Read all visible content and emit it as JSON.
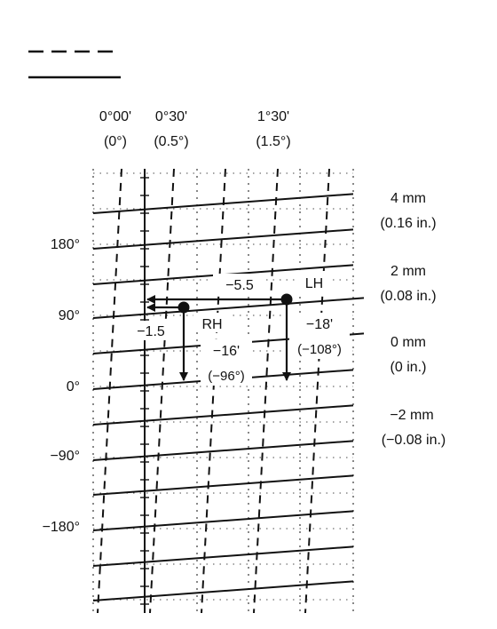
{
  "legend": {
    "dashed_sample": "",
    "solid_sample": ""
  },
  "top_labels": [
    {
      "id": "c0",
      "primary": "0°00'",
      "secondary": "(0°)"
    },
    {
      "id": "c05",
      "primary": "0°30'",
      "secondary": "(0.5°)"
    },
    {
      "id": "c15",
      "primary": "1°30'",
      "secondary": "(1.5°)"
    }
  ],
  "left_labels": [
    "180°",
    "90°",
    "0°",
    "−90°",
    "−180°"
  ],
  "right_labels": [
    {
      "id": "p4",
      "primary": "4 mm",
      "secondary": "(0.16 in.)"
    },
    {
      "id": "p2",
      "primary": "2 mm",
      "secondary": "(0.08 in.)"
    },
    {
      "id": "p0",
      "primary": "0 mm",
      "secondary": "(0 in.)"
    },
    {
      "id": "m2",
      "primary": "−2 mm",
      "secondary": "(−0.08 in.)"
    }
  ],
  "annotations": {
    "h_arrow_value": "−5.5",
    "lh_label": "LH",
    "rh_label": "RH",
    "small_arrow_value": "−1.5",
    "rh_drop_min": "−16'",
    "rh_drop_deg": "(−96°)",
    "lh_drop_min": "−18'",
    "lh_drop_deg": "(−108°)"
  }
}
